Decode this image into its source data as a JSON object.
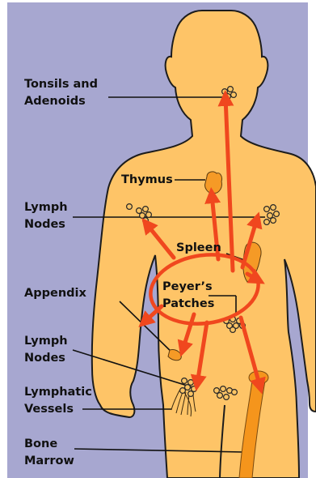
{
  "colors": {
    "background": "#a7a7d0",
    "frame": "#ffffff",
    "body_fill": "#fec467",
    "body_outline": "#1c1c1c",
    "arrow": "#f0471e",
    "organ": "#f59a26",
    "node_fill": "#fbc464",
    "node_outline": "#262626",
    "bone": "#f5951c",
    "leader": "#111111"
  },
  "labels": {
    "tonsils": {
      "line1": "Tonsils and",
      "line2": "Adenoids"
    },
    "thymus": "Thymus",
    "lymph_nodes_upper": {
      "line1": "Lymph",
      "line2": "Nodes"
    },
    "spleen": "Spleen",
    "peyers_patches": {
      "line1": "Peyer’s",
      "line2": "Patches"
    },
    "appendix": "Appendix",
    "lymph_nodes_lower": {
      "line1": "Lymph",
      "line2": "Nodes"
    },
    "lymphatic_vessels": {
      "line1": "Lymphatic",
      "line2": "Vessels"
    },
    "bone_marrow": {
      "line1": "Bone",
      "line2": "Marrow"
    }
  }
}
